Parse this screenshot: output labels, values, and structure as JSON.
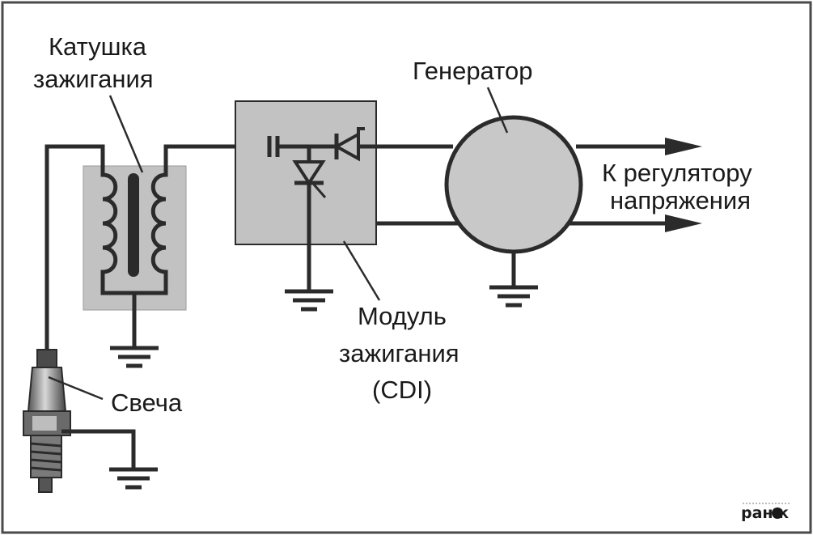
{
  "labels": {
    "coil_line1": "Катушка",
    "coil_line2": "зажигания",
    "generator": "Генератор",
    "regulator_line1": "К регулятору",
    "regulator_line2": "напряжения",
    "module_line1": "Модуль",
    "module_line2": "зажигания",
    "module_line3": "(CDI)",
    "spark_plug": "Свеча"
  },
  "logo": {
    "text": "ран к"
  },
  "colors": {
    "outline": "#2b2b2b",
    "box_fill": "#c2c2c2",
    "generator_fill": "#c8c8c8",
    "background": "#ffffff",
    "frame": "#4a4a4a"
  }
}
